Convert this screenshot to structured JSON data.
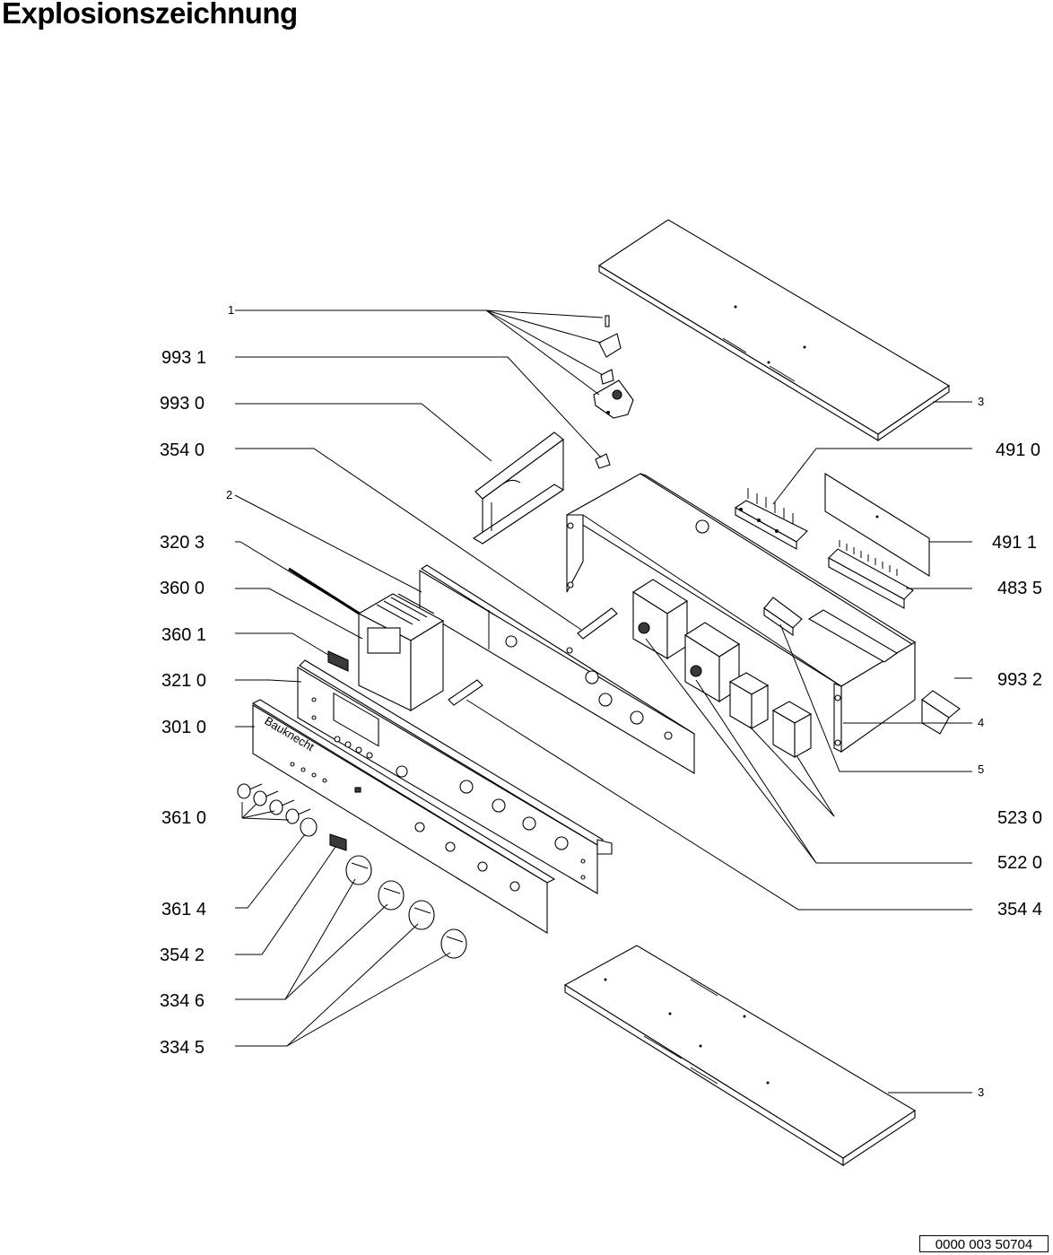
{
  "title": "Explosionszeichnung",
  "doc_number": "0000 003 50704",
  "labels": {
    "l1": "1",
    "l2": "2",
    "l3_top": "3",
    "l3_bottom": "3",
    "l4": "4",
    "l5": "5",
    "p9931": "993 1",
    "p9930": "993 0",
    "p3540": "354 0",
    "p3203": "320 3",
    "p3600": "360 0",
    "p3601": "360 1",
    "p3210": "321 0",
    "p3010": "301 0",
    "p3610": "361 0",
    "p3614": "361 4",
    "p3542": "354 2",
    "p3346": "334 6",
    "p3345": "334 5",
    "p4910": "491 0",
    "p4911": "491 1",
    "p4835": "483 5",
    "p9932": "993 2",
    "p5230": "523 0",
    "p5220": "522 0",
    "p3544": "354 4"
  }
}
